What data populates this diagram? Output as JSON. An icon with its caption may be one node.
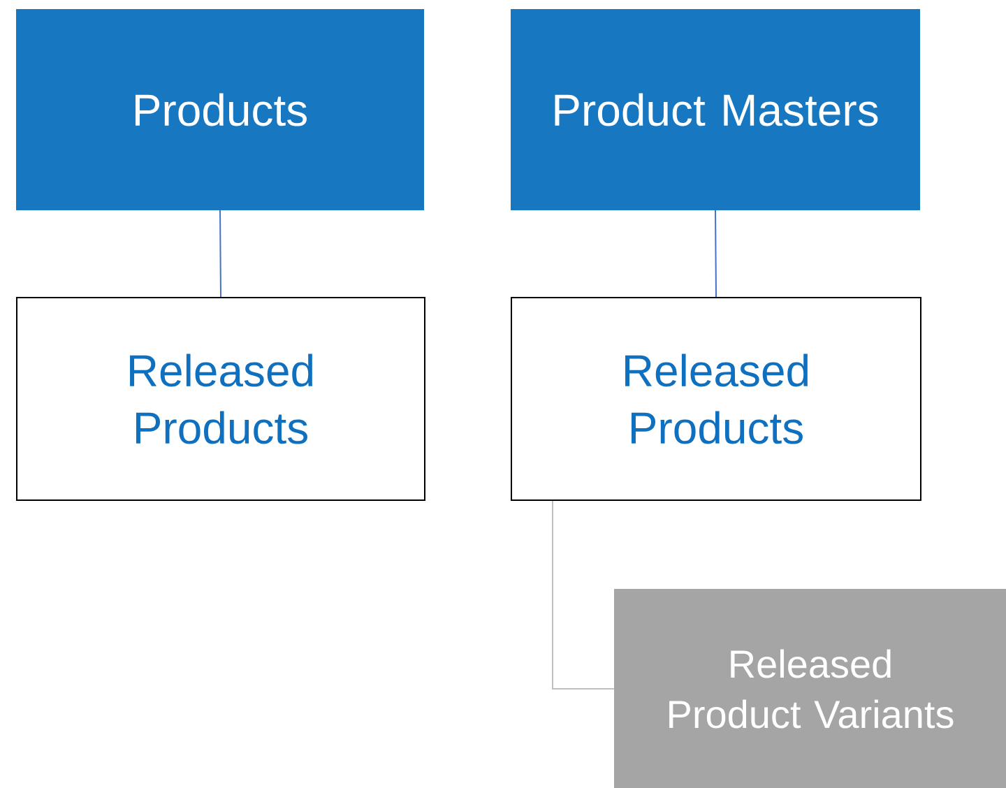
{
  "diagram": {
    "nodes": [
      {
        "text": [
          "Products"
        ]
      },
      {
        "text": [
          "Product Masters"
        ]
      },
      {
        "text": [
          "Released Products"
        ]
      },
      {
        "text": [
          "Released Products"
        ]
      },
      {
        "text": [
          "Released Product Variants"
        ]
      }
    ],
    "edges": [
      {
        "from": 0,
        "to": 2,
        "arrow": "none"
      },
      {
        "from": 1,
        "to": 3,
        "arrow": "none"
      },
      {
        "from": 3,
        "to": 4,
        "arrow": "none",
        "color": "#bfbfbf"
      }
    ]
  }
}
